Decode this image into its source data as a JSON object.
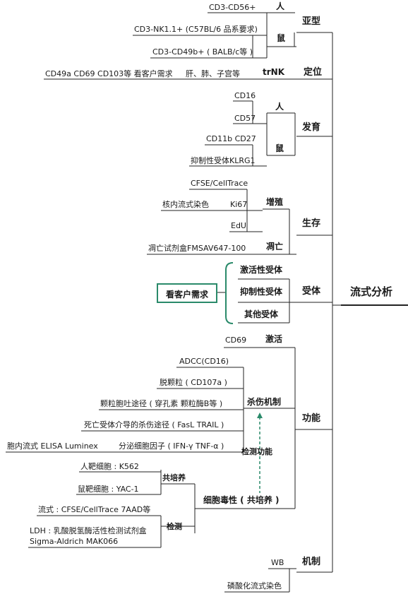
{
  "root": "流式分析",
  "subtype": {
    "label": "亚型",
    "human": "人",
    "mouse": "鼠",
    "items": [
      "CD3-CD56+",
      "CD3-NK1.1+ (C57BL/6 品系要求)",
      "CD3-CD49b+ ( BALB/c等 )"
    ]
  },
  "location": {
    "label": "定位",
    "trnk": "trNK",
    "markers": "CD49a CD69 CD103等 看客户需求",
    "organs": "肝、肺、子宫等"
  },
  "development": {
    "label": "发育",
    "human": "人",
    "mouse": "鼠",
    "items": [
      "CD16",
      "CD57",
      "CD11b CD27",
      "抑制性受体KLRG1"
    ]
  },
  "survival": {
    "label": "生存",
    "proliferation": "增殖",
    "apoptosis": "凋亡",
    "items": [
      "CFSE/CellTrace",
      "核内流式染色",
      "Ki67",
      "EdU",
      "凋亡试剂盒FMSAV647-100"
    ]
  },
  "receptor": {
    "label": "受体",
    "items": [
      "激活性受体",
      "抑制性受体",
      "其他受体"
    ],
    "note": "看客户需求"
  },
  "function": {
    "label": "功能",
    "activation": "激活",
    "activation_marker": "CD69",
    "killing": "杀伤机制",
    "killing_items": [
      "ADCC(CD16)",
      "脱颗粒 ( CD107a )",
      "颗粒胞吐途径 ( 穿孔素 颗粒酶B等 )",
      "死亡受体介导的杀伤途径 ( FasL TRAIL )",
      "胞内流式 ELISA Luminex",
      "分泌细胞因子 ( IFN-γ TNF-α )"
    ],
    "detection": "检测功能",
    "cytotoxicity": "细胞毒性 ( 共培养 )",
    "coculture": "共培养",
    "coculture_items": [
      "人靶细胞 : K562",
      "鼠靶细胞 : YAC-1"
    ],
    "cyto_detect": "检测",
    "detect_items": [
      "流式 : CFSE/CellTrace 7AAD等",
      "LDH : 乳酸脱氢酶活性检测试剂盒",
      "Sigma-Aldrich MAK066"
    ]
  },
  "mechanism": {
    "label": "机制",
    "items": [
      "WB",
      "磷酸化流式染色"
    ]
  }
}
